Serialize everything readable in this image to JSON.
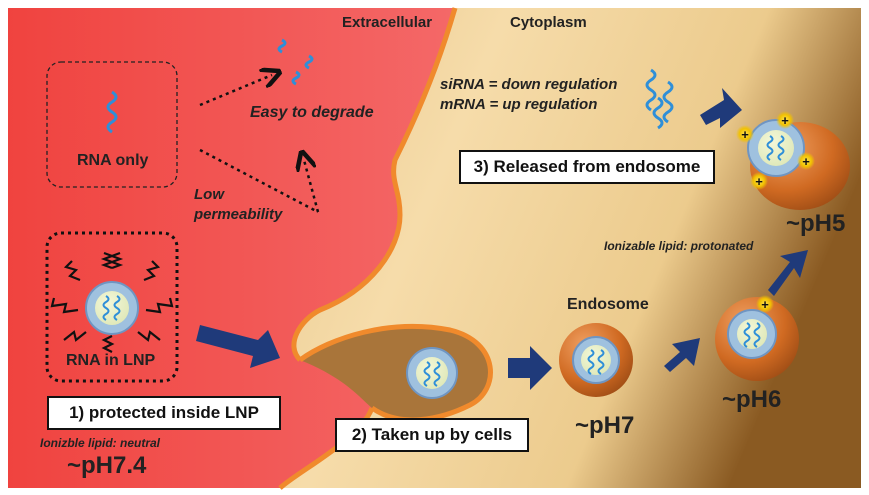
{
  "regions": {
    "extracellular": "Extracellular",
    "cytoplasm": "Cytoplasm"
  },
  "rna_only": {
    "label": "RNA only",
    "easy_to_degrade": "Easy to degrade",
    "low_permeability": [
      "Low",
      "permeability"
    ]
  },
  "rna_in_lnp": {
    "label": "RNA in LNP"
  },
  "steps": {
    "step1": "1) protected inside LNP",
    "step2": "2) Taken up by cells",
    "step3": "3) Released from endosome"
  },
  "lipid_states": {
    "neutral": "Ionizble lipid: neutral",
    "protonated": "Ionizable lipid: protonated"
  },
  "ph_labels": {
    "ph74": "~pH7.4",
    "ph7": "~pH7",
    "ph6": "~pH6",
    "ph5": "~pH5"
  },
  "endosome_label": "Endosome",
  "regulation": {
    "sirna": "siRNA = down regulation",
    "mrna": "mRNA = up regulation"
  },
  "colors": {
    "extracellular": "#f04a4a",
    "cytoplasm": "#f1cf8f",
    "membrane": "#f08a2c",
    "endosome": "#c8641a",
    "arrow": "#1f3a7a",
    "rna": "#2f8fd8",
    "charge": "#f2c200"
  },
  "icons": {
    "rna": "rna-strand-icon",
    "lnp": "lipid-nanoparticle-icon",
    "arrow": "blue-arrow-icon",
    "plus": "positive-charge-icon"
  }
}
